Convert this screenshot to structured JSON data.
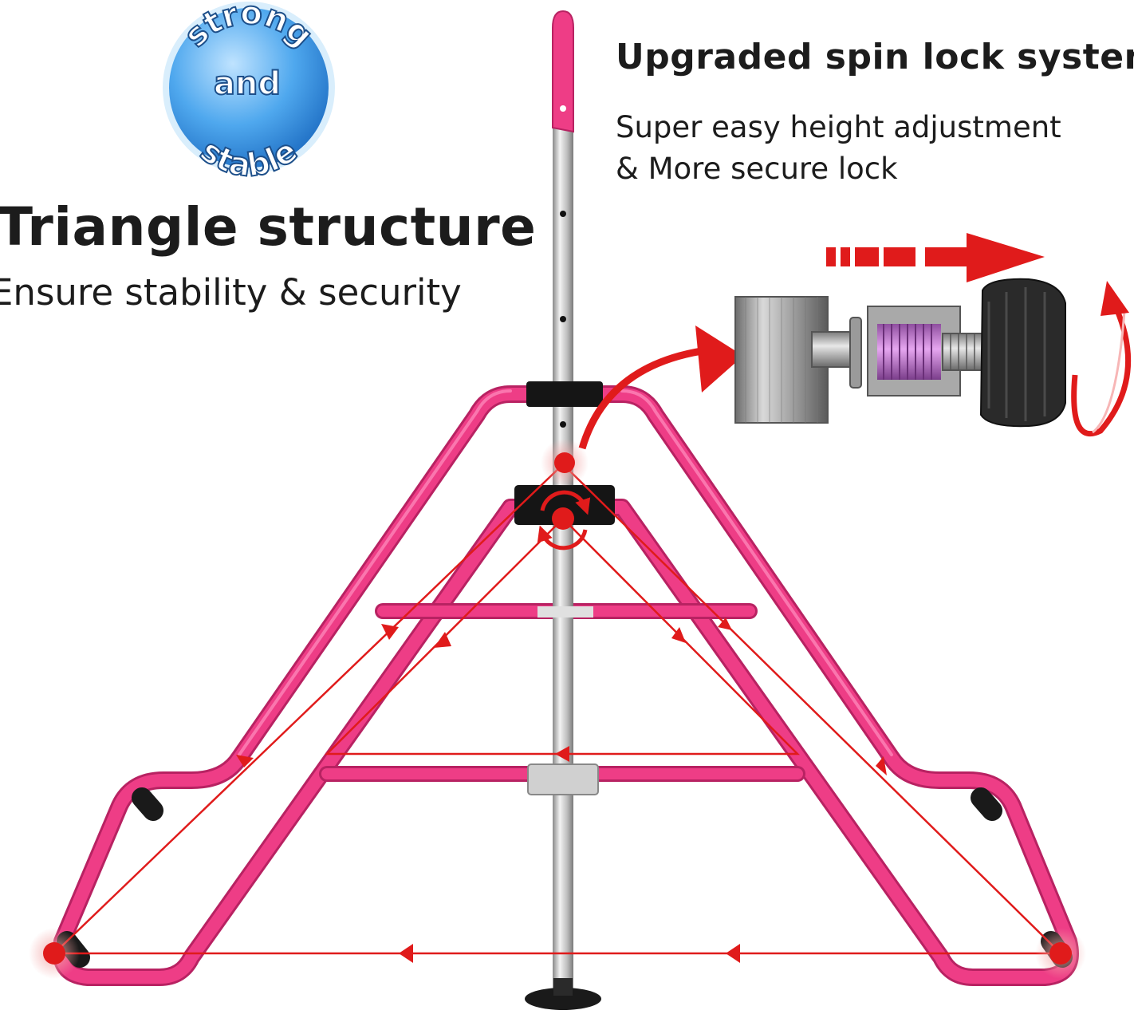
{
  "badge": {
    "top_word": "strong",
    "middle_word": "and",
    "bottom_word": "stable",
    "color": "#2f8fe0"
  },
  "spin_lock": {
    "title": "Upgraded spin lock system",
    "line_1": "Super easy height adjustment",
    "line_2": "& More secure lock"
  },
  "structure": {
    "title": "Triangle structure",
    "subtitle": "Ensure stability & security"
  },
  "colors": {
    "frame": "#ee3d86",
    "accent_red": "#e01b1b",
    "pole": "#c9c9c9",
    "text": "#1c1c1c"
  }
}
